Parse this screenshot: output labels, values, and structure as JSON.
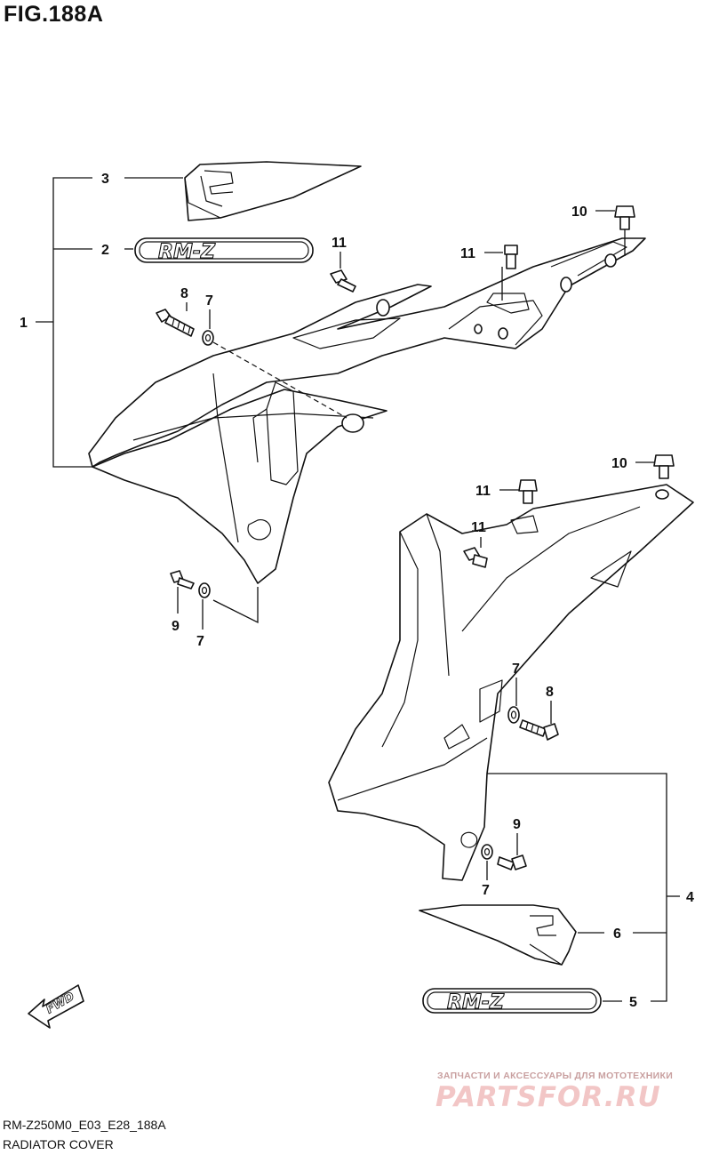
{
  "figure_title": "FIG.188A",
  "callouts": {
    "c1": "1",
    "c2": "2",
    "c3": "3",
    "c4": "4",
    "c5": "5",
    "c6": "6",
    "c7a": "7",
    "c7b": "7",
    "c7c": "7",
    "c7d": "7",
    "c8a": "8",
    "c8b": "8",
    "c9a": "9",
    "c9b": "9",
    "c10a": "10",
    "c10b": "10",
    "c11a": "11",
    "c11b": "11",
    "c11c": "11",
    "c11d": "11"
  },
  "decal_text": "RM-Z",
  "fwd_label": "FWD",
  "watermark": {
    "caption": "ЗАПЧАСТИ И АКСЕССУАРЫ ДЛЯ МОТОТЕХНИКИ",
    "logo": "PARTSFOR.RU"
  },
  "footer": {
    "code": "RM-Z250M0_E03_E28_188A",
    "name": "RADIATOR COVER"
  }
}
